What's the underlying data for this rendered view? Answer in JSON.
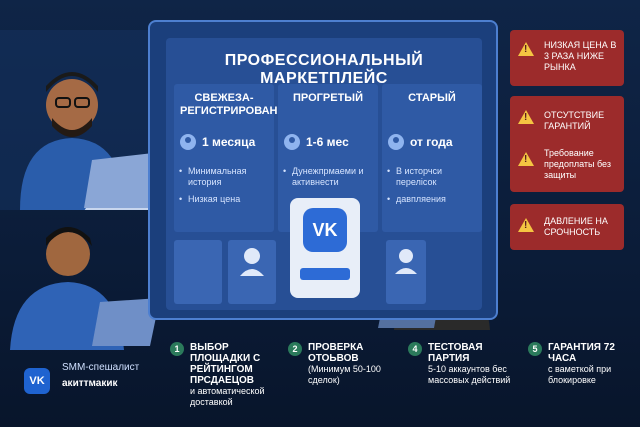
{
  "marketplace": {
    "title": "ПРОФЕССИОНАЛЬНЫЙ МАРКЕТПЛЕЙС",
    "columns": [
      {
        "title": "СВЕЖЕЗА-\nРЕГИСТРИРОВАННЫЙ",
        "period": "1 месяца",
        "bullets": [
          "Минимальная история",
          "Низкая цена"
        ]
      },
      {
        "title": "ПРОГРЕТЫЙ",
        "period": "1-6 мес",
        "bullets": [
          "Дунежпрмаеми и активнести"
        ]
      },
      {
        "title": "СТАРЫЙ",
        "period": "от года",
        "bullets": [
          "В исторчси перелісок",
          "давпляения"
        ]
      }
    ],
    "vk_logo": "VK"
  },
  "warnings": [
    {
      "text": "НИЗКАЯ ЦЕНА В 3 РАЗА НИЖЕ РЫНКА",
      "icon": "warning-icon"
    },
    {
      "text": "ОТСУТСТВИЕ ГАРАНТИЙ",
      "icon": "warning-icon"
    },
    {
      "text": "Требование предоплаты без защиты",
      "icon": "warning-icon"
    },
    {
      "text": "ДАВЛЕНИЕ НА СРОЧНОСТЬ",
      "icon": "warning-icon"
    }
  ],
  "brand": {
    "logo": "VK",
    "line1": "SMM-спешалист",
    "line2": "акиттмакик"
  },
  "steps": [
    {
      "num": "1",
      "title": "ВЫБОР ПЛОЩАДКИ С РЕЙТИНГОМ ПРСДАЕЦОВ",
      "text": "и автоматической доставкой"
    },
    {
      "num": "2",
      "title": "ПРОВЕРКА ОТОЬВОВ",
      "text": "(Минимум 50-100 сделок)"
    },
    {
      "num": "4",
      "title": "ТЕСТОВАЯ ПАРТИЯ",
      "text": "5-10 аккаунтов бес массовых действий"
    },
    {
      "num": "5",
      "title": "ГАРАНТИЯ 72 ЧАСА",
      "text": "с ваметкой при блокировке"
    }
  ]
}
